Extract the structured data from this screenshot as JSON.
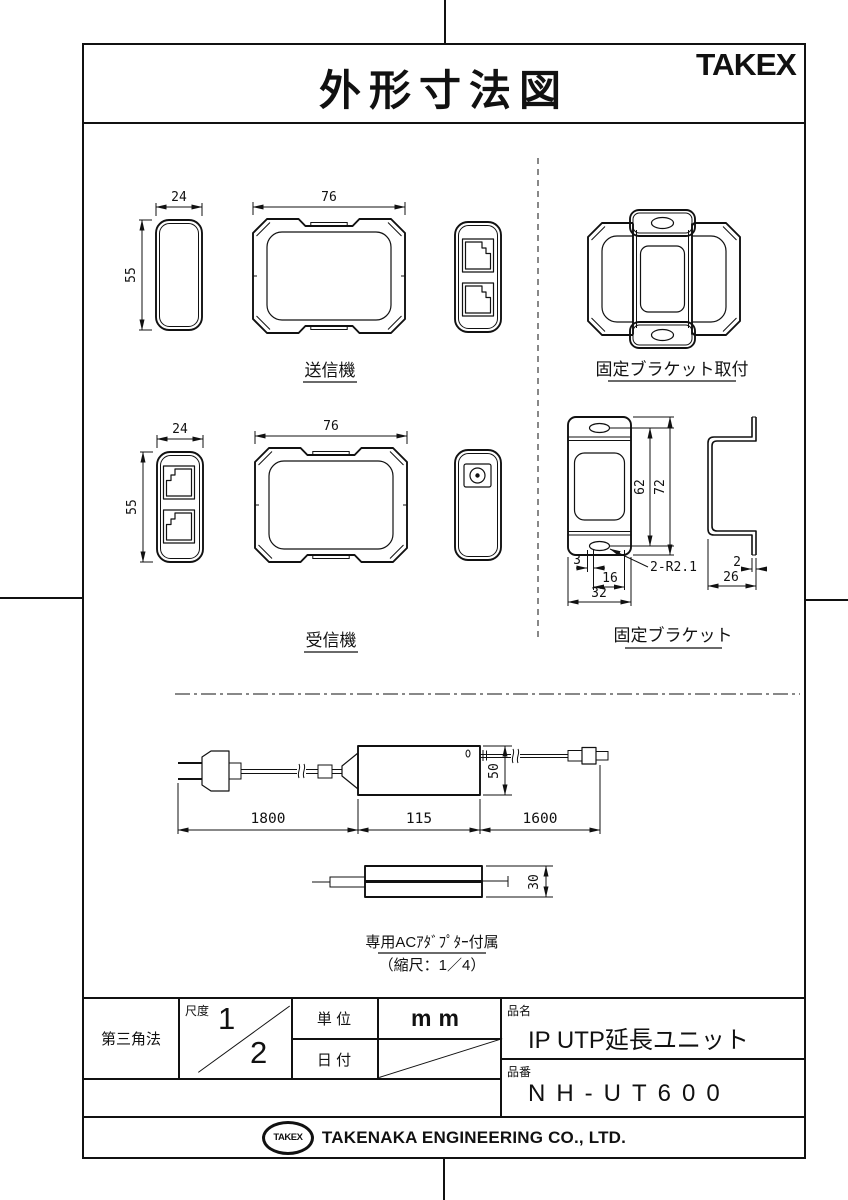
{
  "header": {
    "title": "外形寸法図",
    "brand": "TAKEX"
  },
  "sections": {
    "transmitter": {
      "label": "送信機",
      "dims": {
        "w": "24",
        "h": "55",
        "l": "76"
      }
    },
    "receiver": {
      "label": "受信機",
      "dims": {
        "w": "24",
        "h": "55",
        "l": "76"
      }
    },
    "bracket_mounted": {
      "label": "固定ブラケット取付"
    },
    "bracket": {
      "label": "固定ブラケット",
      "dims": {
        "pitch": "62",
        "h": "72",
        "e": "3",
        "slot": "16",
        "w": "32",
        "note": "2-R2.1",
        "t": "2",
        "d": "26"
      }
    },
    "adapter": {
      "note": "専用ACｱﾀﾞﾌﾟﾀｰ付属",
      "scale": "（縮尺：1／4）",
      "dims": {
        "c1": "1800",
        "l": "115",
        "c2": "1600",
        "h": "50",
        "t": "30"
      }
    }
  },
  "title_block": {
    "projection": "第三角法",
    "scale_label": "尺度",
    "scale_numerator": "1",
    "scale_denominator": "2",
    "unit_label": "単 位",
    "unit_value": "mm",
    "date_label": "日 付",
    "name_label": "品名",
    "name_value": "IP UTP延長ユニット",
    "number_label": "品番",
    "number_value": "NH-UT600"
  },
  "footer": {
    "logo": "TAKEX",
    "company": "TAKENAKA ENGINEERING CO., LTD."
  }
}
